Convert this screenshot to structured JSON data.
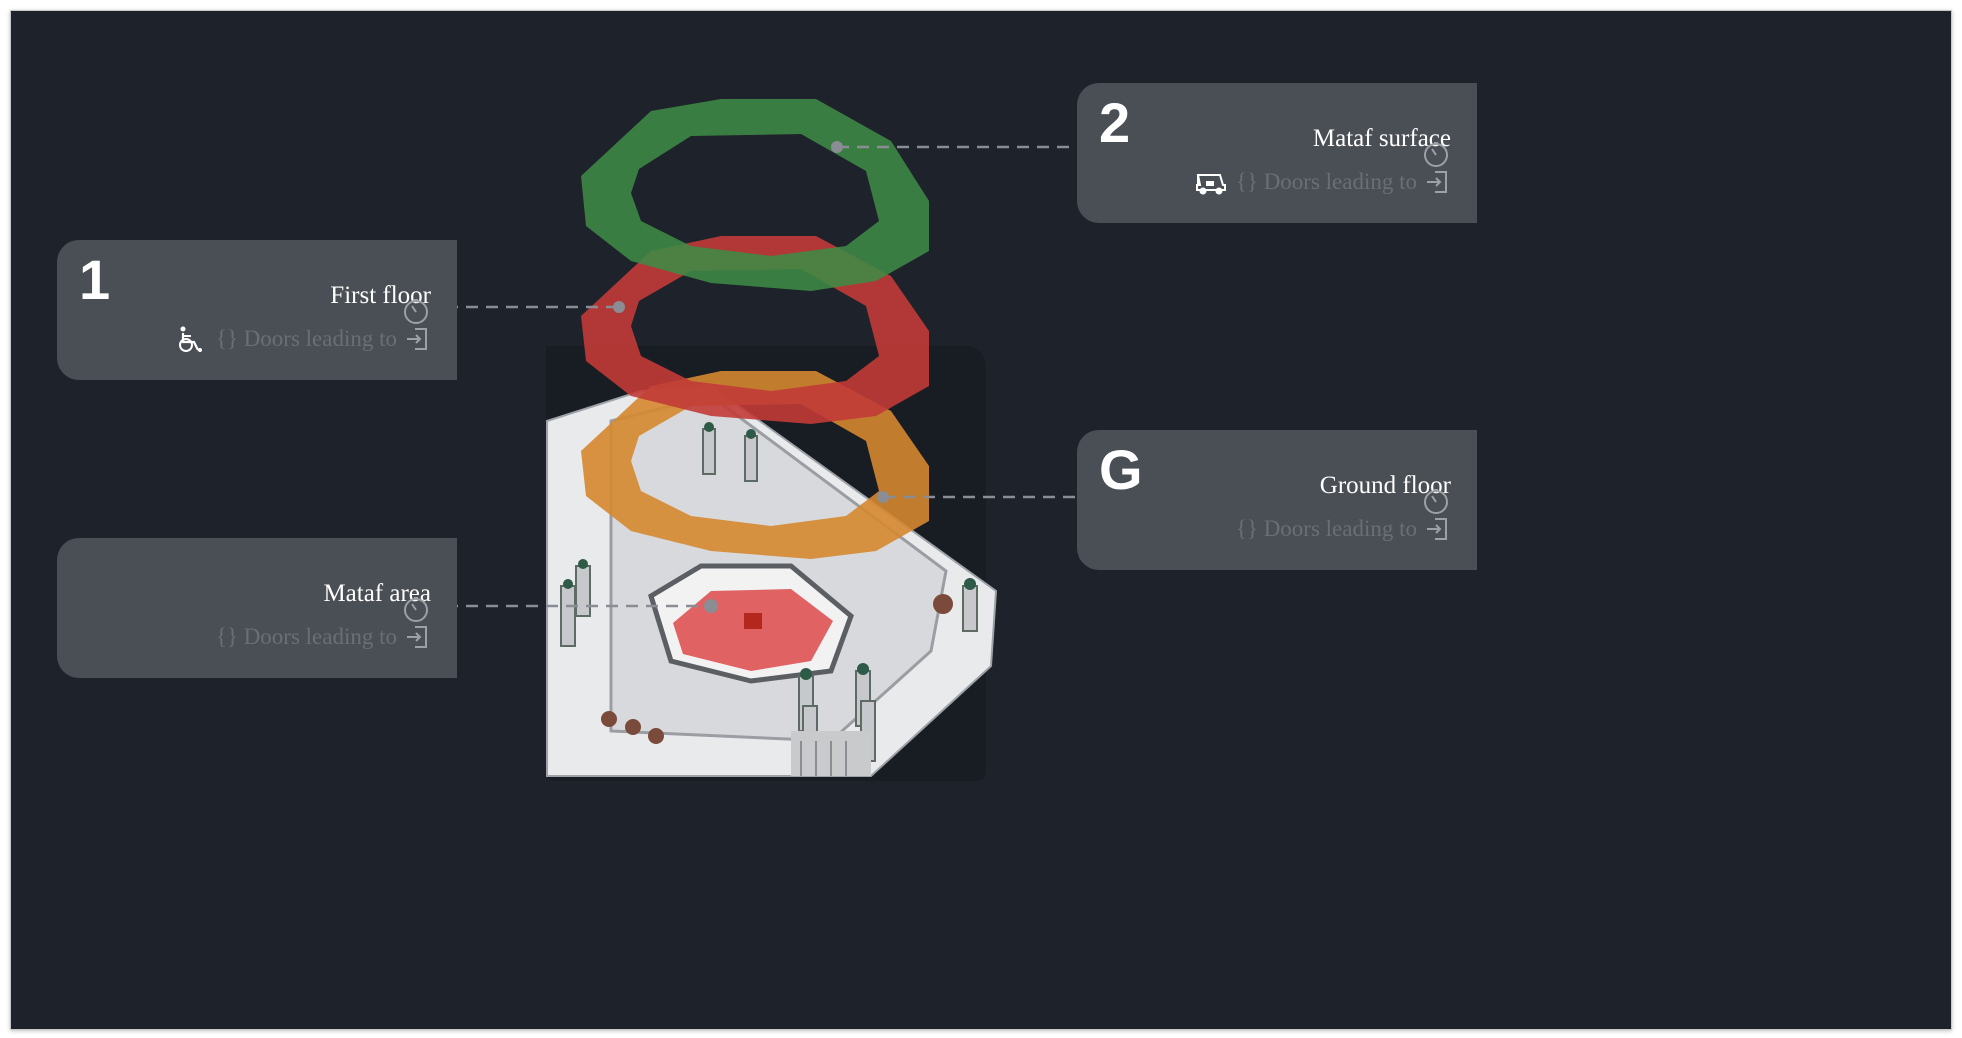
{
  "floors": {
    "mataf_surface": {
      "level": "2",
      "title": "Mataf surface",
      "doors_text": "{} Doors leading to",
      "vehicle_icon": "golf-cart-icon",
      "ring_color": "#3f8a45"
    },
    "first_floor": {
      "level": "1",
      "title": "First floor",
      "doors_text": "{} Doors leading to",
      "vehicle_icon": "wheelchair-icon",
      "ring_color": "#c23b37"
    },
    "ground_floor": {
      "level": "G",
      "title": "Ground floor",
      "doors_text": "{} Doors leading to",
      "ring_color": "#d5872f"
    },
    "mataf_area": {
      "title": "Mataf area",
      "doors_text": "{} Doors leading to",
      "area_color": "#e06262"
    }
  },
  "colors": {
    "background": "#1d222b",
    "card": "#4a4e55",
    "muted_text": "#6a6e75",
    "connector": "#8a8d93"
  }
}
